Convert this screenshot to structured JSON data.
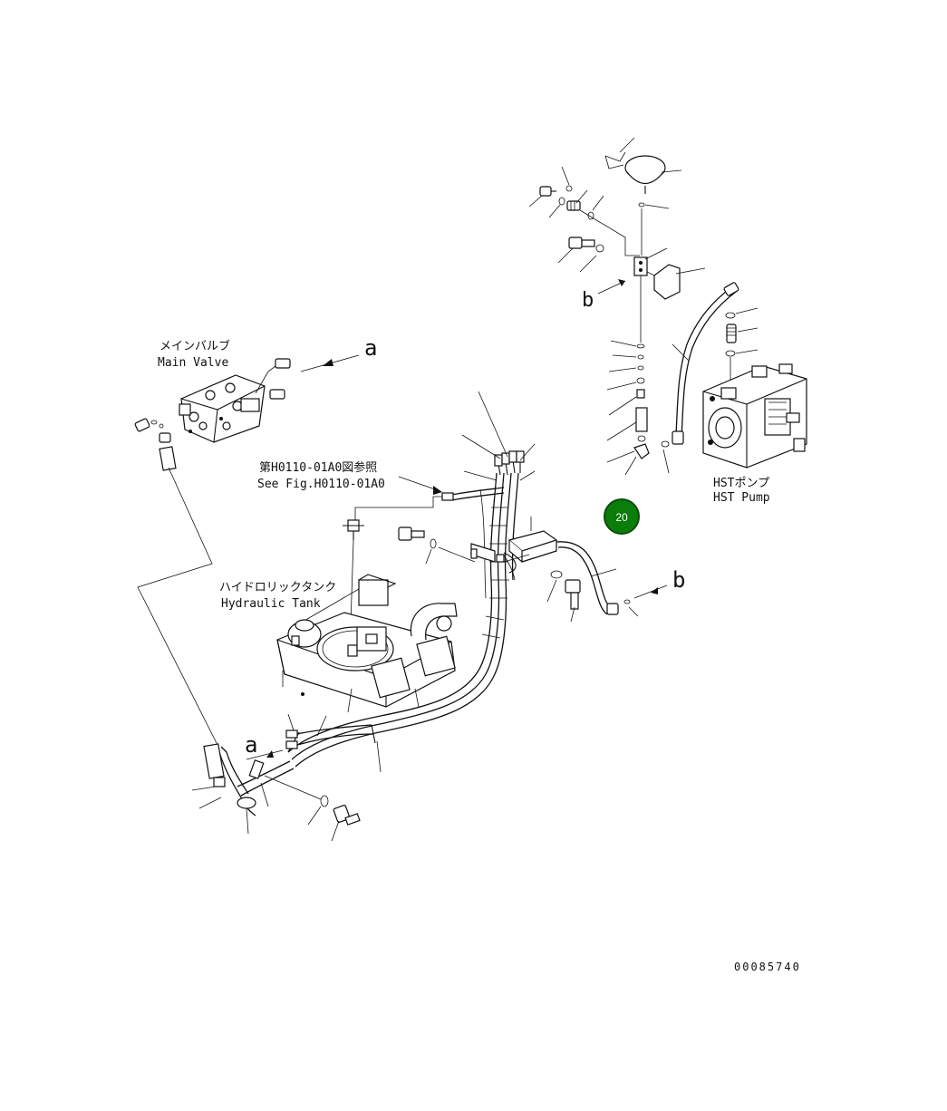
{
  "labels": {
    "main_valve_jp": "メインバルブ",
    "main_valve_en": "Main Valve",
    "hst_pump_jp": "HSTポンプ",
    "hst_pump_en": "HST Pump",
    "hydraulic_tank_jp": "ハイドロリックタンク",
    "hydraulic_tank_en": "Hydraulic Tank",
    "see_fig_jp": "第H0110-01A0図参照",
    "see_fig_en": "See Fig.H0110-01A0",
    "ref_a_top": "a",
    "ref_a_bottom": "a",
    "ref_b_top": "b",
    "ref_b_right": "b",
    "drawing_number": "00085740"
  },
  "callout": {
    "number": "20",
    "color": "#0a7d0a",
    "border_color": "#0b4d0b"
  },
  "icons": [
    "main-valve-icon",
    "hst-pump-icon",
    "hydraulic-tank-icon",
    "gauge-icon",
    "bolt-icon",
    "hose-icon",
    "washer-icon",
    "fitting-icon",
    "bracket-icon",
    "clamp-icon"
  ]
}
